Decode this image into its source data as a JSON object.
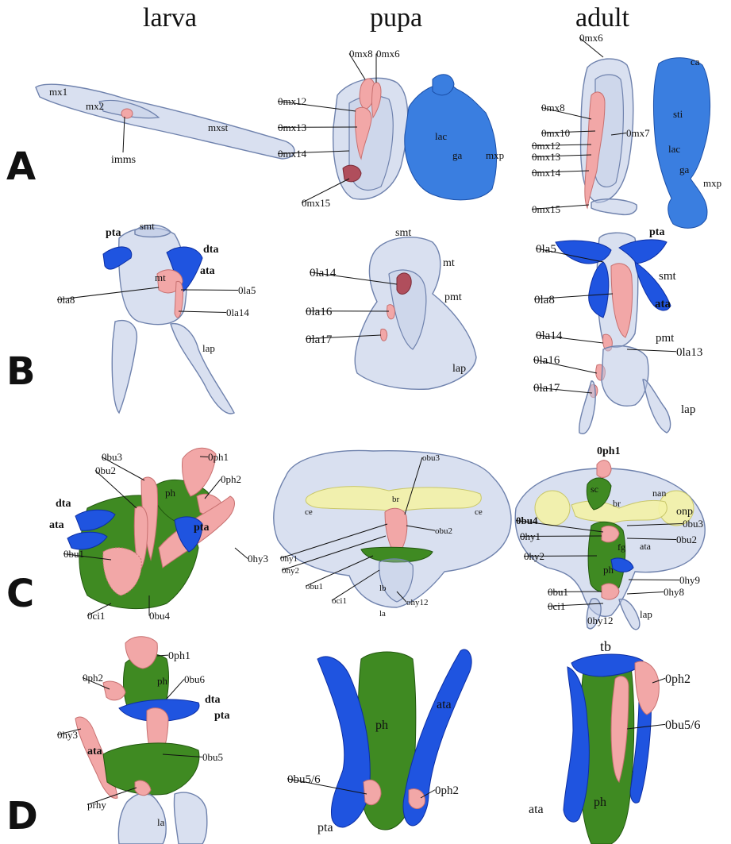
{
  "columns": [
    "larva",
    "pupa",
    "adult"
  ],
  "rows": [
    "A",
    "B",
    "C",
    "D"
  ],
  "colors": {
    "cuticle": "#b9c7e3",
    "cuticle_stroke": "#6f82ad",
    "muscle": "#f2a7a7",
    "muscle_stroke": "#c77070",
    "muscle_dark": "#b04e5c",
    "tentorium": "#1f54e0",
    "tentorium_stroke": "#0c2ea3",
    "maxillary_blue": "#3a7ee0",
    "pharynx": "#3f8a22",
    "pharynx_stroke": "#22580f",
    "brain": "#f3f2a6"
  },
  "labels": {
    "A_larva": [
      "mx1",
      "mx2",
      "mxst",
      "imms"
    ],
    "A_pupa": [
      "0mx8",
      "0mx6",
      "0mx12",
      "0mx13",
      "0mx14",
      "0mx15",
      "lac",
      "ga",
      "mxp"
    ],
    "A_adult": [
      "0mx6",
      "ca",
      "0mx8",
      "sti",
      "0mx10",
      "0mx7",
      "0mx12",
      "0mx13",
      "0mx14",
      "lac",
      "ga",
      "mxp",
      "0mx15"
    ],
    "B_larva": [
      "pta",
      "smt",
      "dta",
      "ata",
      "mt",
      "0la8",
      "0la5",
      "0la14",
      "lap"
    ],
    "B_pupa": [
      "smt",
      "mt",
      "0la14",
      "pmt",
      "0la16",
      "0la17",
      "lap"
    ],
    "B_adult": [
      "pta",
      "0la5",
      "smt",
      "0la8",
      "ata",
      "0la14",
      "pmt",
      "0la13",
      "0la16",
      "0la17",
      "lap"
    ],
    "C_larva": [
      "0ph1",
      "0bu3",
      "0bu2",
      "ph",
      "0ph2",
      "dta",
      "ata",
      "pta",
      "0bu1",
      "0hy3",
      "0ci1",
      "0bu4"
    ],
    "C_pupa": [
      "obu3",
      "br",
      "ce",
      "ce",
      "obu2",
      "0hy1",
      "0hy2",
      "obu1",
      "oci1",
      "lb",
      "ohy12",
      "la"
    ],
    "C_adult": [
      "0ph1",
      "sc",
      "nan",
      "br",
      "onp",
      "0bu4",
      "0bu3",
      "0hy1",
      "fg",
      "ata",
      "0bu2",
      "0hy2",
      "ph",
      "0hy9",
      "0bu1",
      "0hy8",
      "0ci1",
      "0hy12",
      "lap"
    ],
    "D_larva": [
      "0ph1",
      "0ph2",
      "ph",
      "0bu6",
      "dta",
      "pta",
      "0hy3",
      "ata",
      "0bu5",
      "prhy",
      "la"
    ],
    "D_pupa": [
      "ph",
      "ata",
      "0bu5/6",
      "0ph2",
      "pta"
    ],
    "D_adult": [
      "tb",
      "0ph2",
      "0bu5/6",
      "ata",
      "ph"
    ]
  }
}
